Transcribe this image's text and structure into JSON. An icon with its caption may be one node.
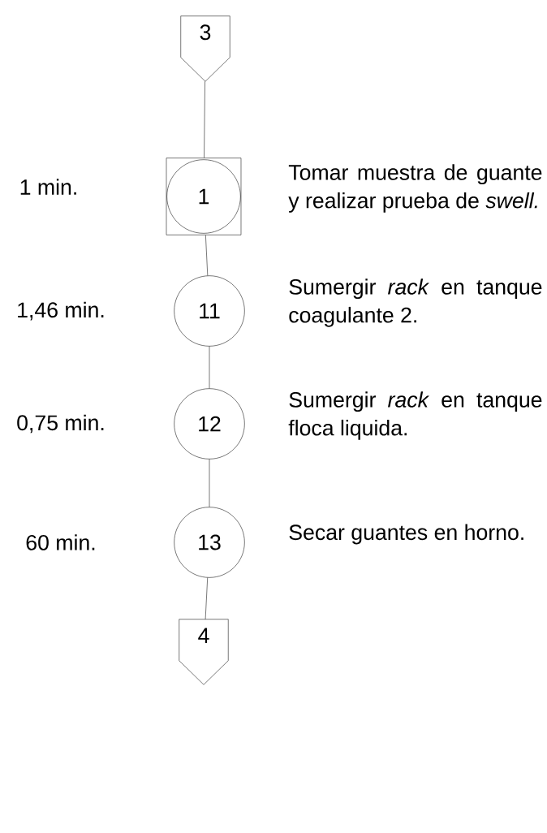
{
  "diagram": {
    "nodes": [
      {
        "text": [
          "3"
        ]
      },
      {
        "text": [
          "1"
        ],
        "beside": [
          "Tomar muestra de guante y realizar prueba de *swell.*"
        ]
      },
      {
        "text": [
          "11"
        ],
        "beside": [
          "Sumergir *rack* en tanque coagulante 2."
        ]
      },
      {
        "text": [
          "12"
        ],
        "beside": [
          "Sumergir *rack* en tanque floca liquida."
        ]
      },
      {
        "text": [
          "13"
        ],
        "beside": [
          "Secar guantes en horno."
        ]
      },
      {
        "text": [
          "4"
        ]
      }
    ],
    "edges": [
      {
        "from": 0,
        "to": 1,
        "arrow": "none"
      },
      {
        "from": 1,
        "to": 2,
        "arrow": "none"
      },
      {
        "from": 2,
        "to": 3,
        "arrow": "none"
      },
      {
        "from": 3,
        "to": 4,
        "arrow": "none"
      },
      {
        "from": 4,
        "to": 5,
        "arrow": "none"
      }
    ],
    "labels": [
      "1 min.",
      "1,46 min.",
      "0,75 min.",
      "60 min."
    ]
  }
}
